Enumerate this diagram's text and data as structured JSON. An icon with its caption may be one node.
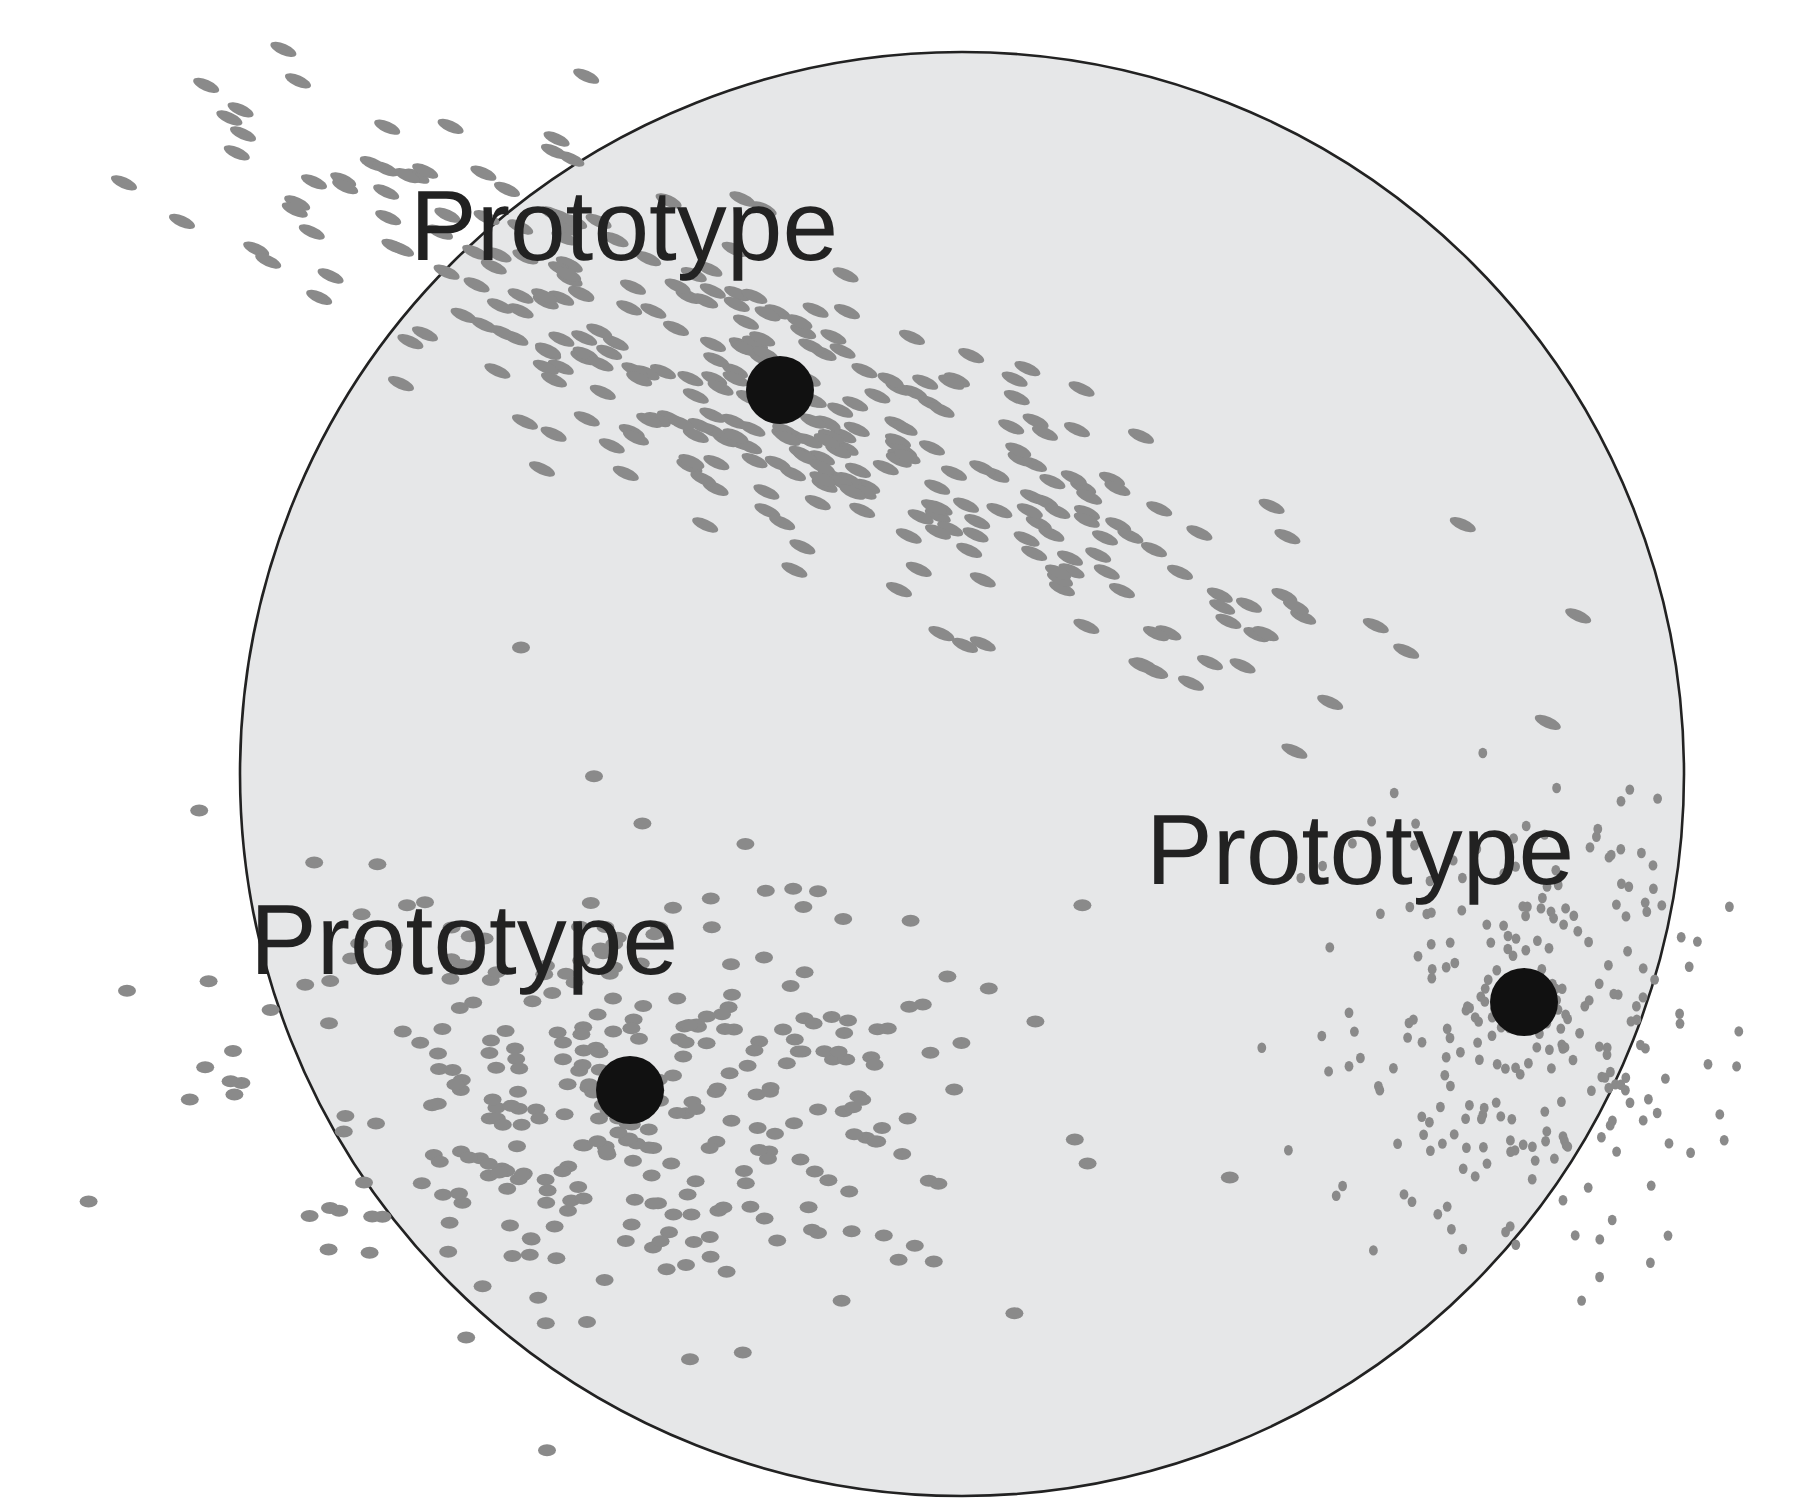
{
  "diagram": {
    "labels": [
      "Prototype",
      "Prototype",
      "Prototype"
    ]
  }
}
